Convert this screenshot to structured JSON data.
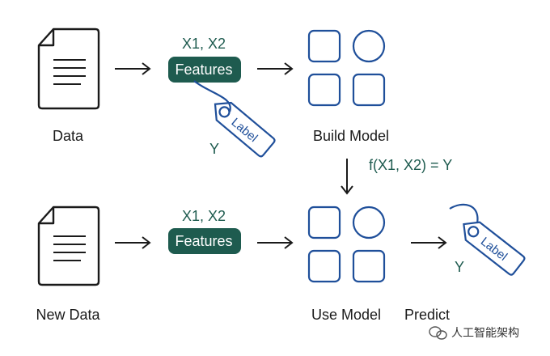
{
  "rows": {
    "train": {
      "data_label": "Data",
      "features_vars": "X1, X2",
      "features_label": "Features",
      "tag_label": "Label",
      "y_label": "Y",
      "model_label": "Build Model"
    },
    "predict": {
      "data_label": "New Data",
      "features_vars": "X1, X2",
      "features_label": "Features",
      "model_label": "Use Model",
      "predict_label": "Predict",
      "tag_label": "Label",
      "y_label": "Y"
    }
  },
  "function_label": "f(X1, X2) = Y",
  "watermark": "人工智能架构",
  "colors": {
    "features_box": "#1e5b4f",
    "features_vars_text": "#1e5b4f",
    "model_shapes": "#1f4f9a",
    "tag": "#1f4f9a",
    "arrows": "#1a1a1a"
  },
  "icons": [
    "document-icon",
    "arrow-right-icon",
    "arrow-down-icon",
    "label-tag-icon",
    "model-grid-icon",
    "wechat-icon"
  ]
}
